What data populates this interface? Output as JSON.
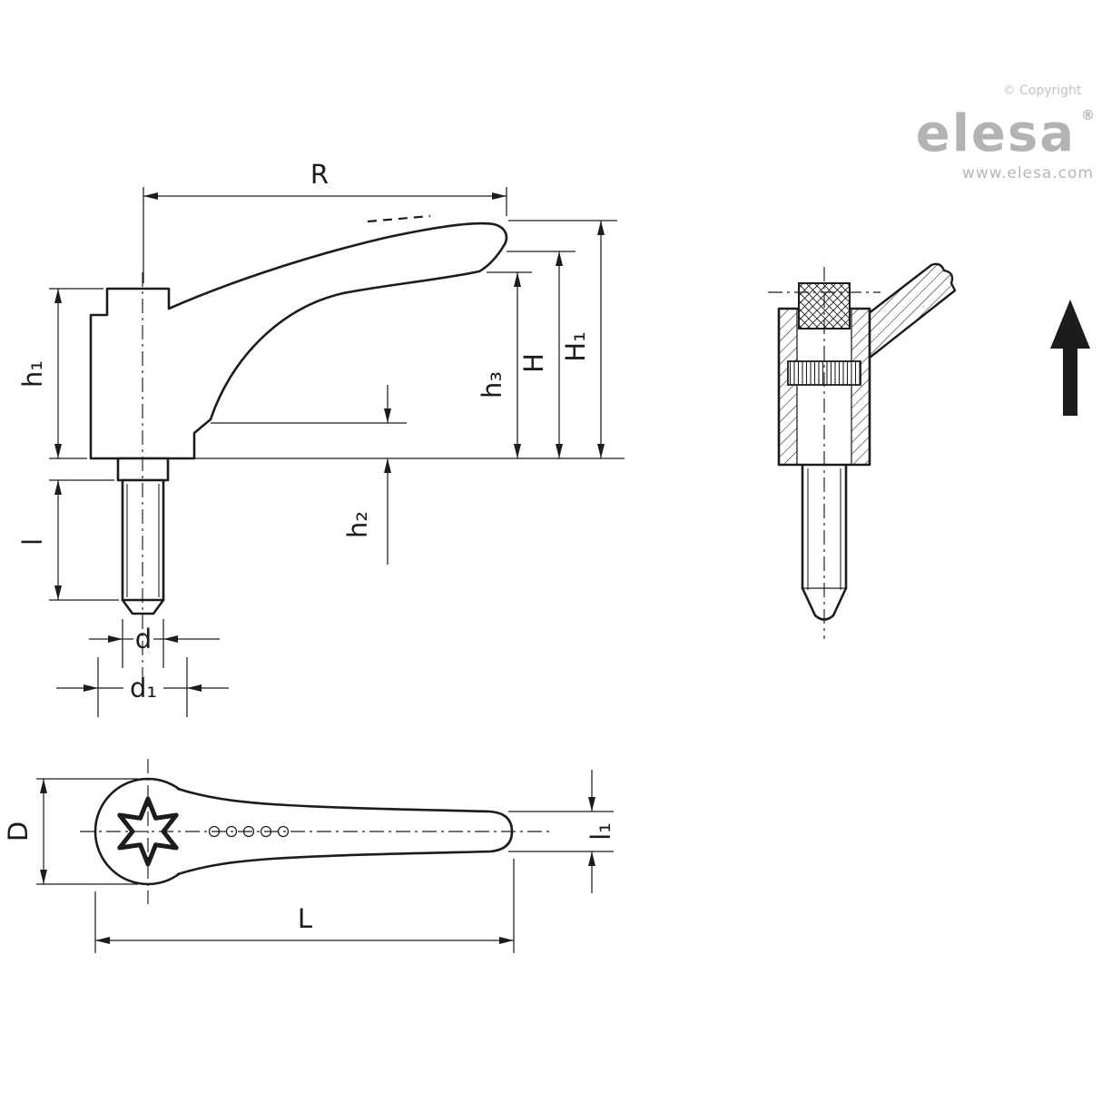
{
  "branding": {
    "copyright": "© Copyright",
    "logo": "elesa",
    "registered": "®",
    "website": "www.elesa.com"
  },
  "labels": {
    "R": "R",
    "h1": "h₁",
    "l": "l",
    "d": "d",
    "d1": "d₁",
    "h2": "h₂",
    "h3": "h₃",
    "H": "H",
    "H1": "H₁",
    "D": "D",
    "L": "L",
    "l1": "l₁"
  },
  "colors": {
    "line": "#1c1c1c",
    "brand_gray": "#b3b3b3",
    "background": "#ffffff"
  }
}
